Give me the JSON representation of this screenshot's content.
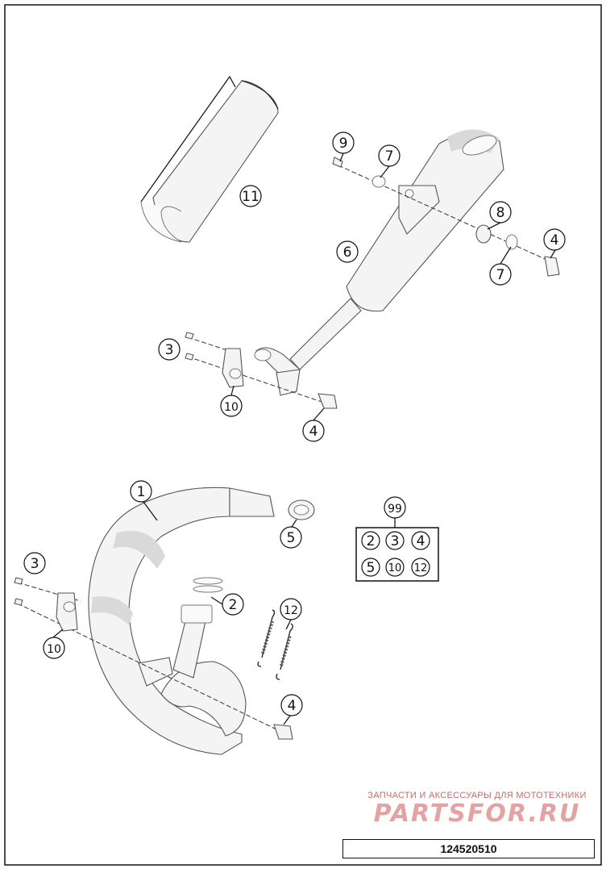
{
  "callouts": [
    {
      "id": "c11",
      "label": "11"
    },
    {
      "id": "c9",
      "label": "9"
    },
    {
      "id": "c7a",
      "label": "7"
    },
    {
      "id": "c8",
      "label": "8"
    },
    {
      "id": "c4a",
      "label": "4"
    },
    {
      "id": "c6",
      "label": "6"
    },
    {
      "id": "c7b",
      "label": "7"
    },
    {
      "id": "c3a",
      "label": "3"
    },
    {
      "id": "c10a",
      "label": "10"
    },
    {
      "id": "c4b",
      "label": "4"
    },
    {
      "id": "c1",
      "label": "1"
    },
    {
      "id": "c5",
      "label": "5"
    },
    {
      "id": "c3b",
      "label": "3"
    },
    {
      "id": "c2",
      "label": "2"
    },
    {
      "id": "c12",
      "label": "12"
    },
    {
      "id": "c10b",
      "label": "10"
    },
    {
      "id": "c4c",
      "label": "4"
    }
  ],
  "kit": {
    "label": "99",
    "items": [
      "2",
      "3",
      "4",
      "5",
      "10",
      "12"
    ]
  },
  "watermark": {
    "caption": "ЗАПЧАСТИ И АКСЕССУАРЫ ДЛЯ МОТОТЕХНИКИ",
    "logo": "PARTSFOR.RU"
  },
  "drawing_number": "124520510",
  "colors": {
    "line": "#1a1a1a",
    "watermark": "#e3a3a3"
  }
}
